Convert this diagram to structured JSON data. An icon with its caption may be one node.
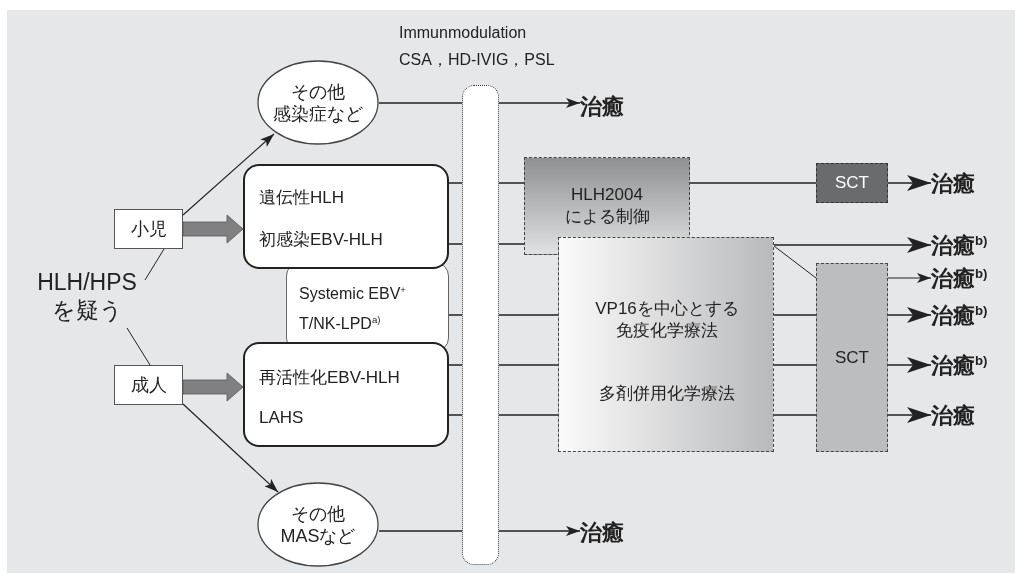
{
  "diagram": {
    "nodes": [
      {
        "text": [
          "HLH/HPSを疑う"
        ]
      },
      {
        "text": [
          "小児"
        ]
      },
      {
        "text": [
          "成人"
        ]
      },
      {
        "text": [
          "その他感染症など"
        ]
      },
      {
        "text": [
          "遺伝性HLH",
          "初感染EBV-HLH"
        ]
      },
      {
        "text": [
          "Systemic EBV$^{+}$ T/NK-LPD$^{a)}$"
        ]
      },
      {
        "text": [
          "再活性化EBV-HLH",
          "LAHS"
        ]
      },
      {
        "text": [
          "その他MASなど"
        ]
      },
      {
        "text": [
          "Immunmodulation",
          "CSA，HD-IVIG，PSL"
        ]
      },
      {
        "text": [
          "HLH2004による制御"
        ]
      },
      {
        "text": [
          "VP16を中心とする免疫化学療法",
          "多剤併用化学療法"
        ]
      },
      {
        "text": [
          "SCT"
        ]
      },
      {
        "text": [
          "SCT"
        ]
      },
      {
        "text": [
          "治癒"
        ]
      },
      {
        "text": [
          "治癒"
        ]
      },
      {
        "text": [
          "治癒$^{b)}$"
        ]
      },
      {
        "text": [
          "治癒$^{b)}$"
        ]
      },
      {
        "text": [
          "治癒$^{b)}$"
        ]
      },
      {
        "text": [
          "治癒$^{b)}$"
        ]
      },
      {
        "text": [
          "治癒"
        ]
      },
      {
        "text": [
          "治癒"
        ]
      }
    ],
    "edges": [
      {
        "from": 0,
        "to": 1,
        "arrow": "none"
      },
      {
        "from": 0,
        "to": 2,
        "arrow": "none"
      },
      {
        "from": 1,
        "to": 3,
        "arrow": "to"
      },
      {
        "from": 1,
        "to": 4,
        "arrow": "to",
        "style": "thick",
        "color": "#808080"
      },
      {
        "from": 2,
        "to": 6,
        "arrow": "to",
        "style": "thick",
        "color": "#808080"
      },
      {
        "from": 2,
        "to": 7,
        "arrow": "to"
      },
      {
        "from": 3,
        "to": 8,
        "arrow": "none"
      },
      {
        "from": 4,
        "to": 8,
        "arrow": "none"
      },
      {
        "from": 4,
        "to": 8,
        "arrow": "none"
      },
      {
        "from": 5,
        "to": 8,
        "arrow": "none"
      },
      {
        "from": 6,
        "to": 8,
        "arrow": "none"
      },
      {
        "from": 6,
        "to": 8,
        "arrow": "none"
      },
      {
        "from": 7,
        "to": 8,
        "arrow": "none"
      },
      {
        "from": 8,
        "to": 13,
        "arrow": "to"
      },
      {
        "from": 8,
        "to": 9,
        "arrow": "none"
      },
      {
        "from": 8,
        "to": 9,
        "arrow": "none"
      },
      {
        "from": 8,
        "to": 10,
        "arrow": "none"
      },
      {
        "from": 8,
        "to": 10,
        "arrow": "none"
      },
      {
        "from": 8,
        "to": 10,
        "arrow": "none"
      },
      {
        "from": 8,
        "to": 20,
        "arrow": "to"
      },
      {
        "from": 9,
        "to": 11,
        "arrow": "none"
      },
      {
        "from": 11,
        "to": 14,
        "arrow": "to"
      },
      {
        "from": 10,
        "to": 15,
        "arrow": "to"
      },
      {
        "from": 10,
        "to": 12,
        "arrow": "none"
      },
      {
        "from": 12,
        "to": 16,
        "arrow": "to"
      },
      {
        "from": 10,
        "to": 12,
        "arrow": "none"
      },
      {
        "from": 10,
        "to": 12,
        "arrow": "none"
      },
      {
        "from": 10,
        "to": 12,
        "arrow": "none"
      },
      {
        "from": 12,
        "to": 17,
        "arrow": "to"
      },
      {
        "from": 12,
        "to": 18,
        "arrow": "to"
      },
      {
        "from": 12,
        "to": 19,
        "arrow": "to"
      }
    ]
  }
}
